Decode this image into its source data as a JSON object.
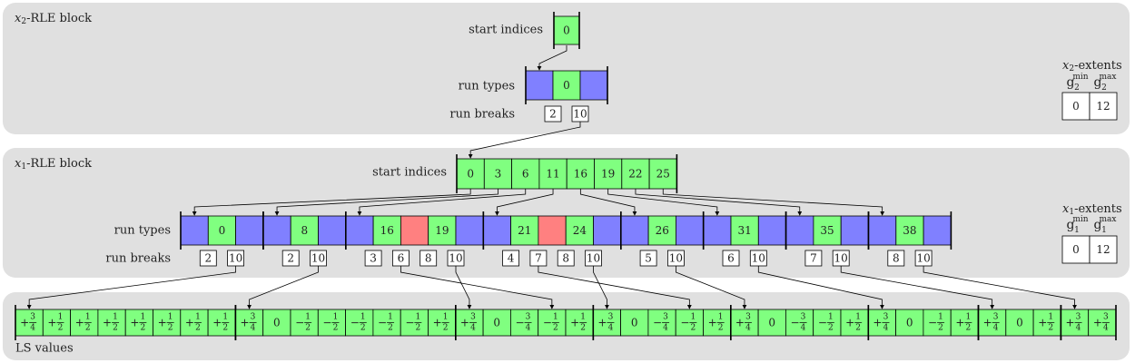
{
  "colors": {
    "panel": "#e0e0e0",
    "green": "#80ff80",
    "blue": "#8080ff",
    "red": "#ff8080",
    "white": "#ffffff",
    "line": "#000000"
  },
  "x2_block": {
    "title": "x2-RLE block",
    "start_indices_label": "start indices",
    "start_indices": [
      "0"
    ],
    "run_types_label": "run types",
    "run_types": [
      {
        "t": "b",
        "v": ""
      },
      {
        "t": "g",
        "v": "0"
      },
      {
        "t": "b",
        "v": ""
      }
    ],
    "run_breaks_label": "run breaks",
    "run_breaks": [
      "2",
      "10"
    ],
    "extents_title": "x2-extents",
    "extents_headers": [
      "g2min",
      "g2max"
    ],
    "extents_values": [
      "0",
      "12"
    ]
  },
  "x1_block": {
    "title": "x1-RLE block",
    "start_indices_label": "start indices",
    "start_indices": [
      "0",
      "3",
      "6",
      "11",
      "16",
      "19",
      "22",
      "25"
    ],
    "run_types_label": "run types",
    "run_breaks_label": "run breaks",
    "groups": [
      {
        "runs": [
          {
            "t": "b",
            "v": ""
          },
          {
            "t": "g",
            "v": "0"
          },
          {
            "t": "b",
            "v": ""
          }
        ],
        "breaks": [
          "2",
          "10"
        ]
      },
      {
        "runs": [
          {
            "t": "b",
            "v": ""
          },
          {
            "t": "g",
            "v": "8"
          },
          {
            "t": "b",
            "v": ""
          }
        ],
        "breaks": [
          "2",
          "10"
        ]
      },
      {
        "runs": [
          {
            "t": "b",
            "v": ""
          },
          {
            "t": "g",
            "v": "16"
          },
          {
            "t": "r",
            "v": ""
          },
          {
            "t": "g",
            "v": "19"
          },
          {
            "t": "b",
            "v": ""
          }
        ],
        "breaks": [
          "3",
          "6",
          "8",
          "10"
        ]
      },
      {
        "runs": [
          {
            "t": "b",
            "v": ""
          },
          {
            "t": "g",
            "v": "21"
          },
          {
            "t": "r",
            "v": ""
          },
          {
            "t": "g",
            "v": "24"
          },
          {
            "t": "b",
            "v": ""
          }
        ],
        "breaks": [
          "4",
          "7",
          "8",
          "10"
        ]
      },
      {
        "runs": [
          {
            "t": "b",
            "v": ""
          },
          {
            "t": "g",
            "v": "26"
          },
          {
            "t": "b",
            "v": ""
          }
        ],
        "breaks": [
          "5",
          "10"
        ]
      },
      {
        "runs": [
          {
            "t": "b",
            "v": ""
          },
          {
            "t": "g",
            "v": "31"
          },
          {
            "t": "b",
            "v": ""
          }
        ],
        "breaks": [
          "6",
          "10"
        ]
      },
      {
        "runs": [
          {
            "t": "b",
            "v": ""
          },
          {
            "t": "g",
            "v": "35"
          },
          {
            "t": "b",
            "v": ""
          }
        ],
        "breaks": [
          "7",
          "10"
        ]
      },
      {
        "runs": [
          {
            "t": "b",
            "v": ""
          },
          {
            "t": "g",
            "v": "38"
          },
          {
            "t": "b",
            "v": ""
          }
        ],
        "breaks": [
          "8",
          "10"
        ]
      }
    ],
    "extents_title": "x1-extents",
    "extents_headers": [
      "g1min",
      "g1max"
    ],
    "extents_values": [
      "0",
      "12"
    ]
  },
  "ls_block": {
    "title": "LS values",
    "groups": [
      [
        "+3/4",
        "+1/2",
        "+1/2",
        "+1/2",
        "+1/2",
        "+1/2",
        "+1/2",
        "+1/2"
      ],
      [
        "+3/4",
        "0",
        "-1/2",
        "-1/2",
        "-1/2",
        "-1/2",
        "-1/2",
        "+1/2"
      ],
      [
        "+3/4",
        "0",
        "-3/4",
        "-1/2",
        "+1/2"
      ],
      [
        "+3/4",
        "0",
        "-3/4",
        "-1/2",
        "+1/2"
      ],
      [
        "+3/4",
        "0",
        "-3/4",
        "-1/2",
        "+1/2"
      ],
      [
        "+3/4",
        "0",
        "-1/2",
        "+1/2"
      ],
      [
        "+3/4",
        "0",
        "+1/2"
      ],
      [
        "+3/4",
        "+3/4"
      ]
    ]
  }
}
